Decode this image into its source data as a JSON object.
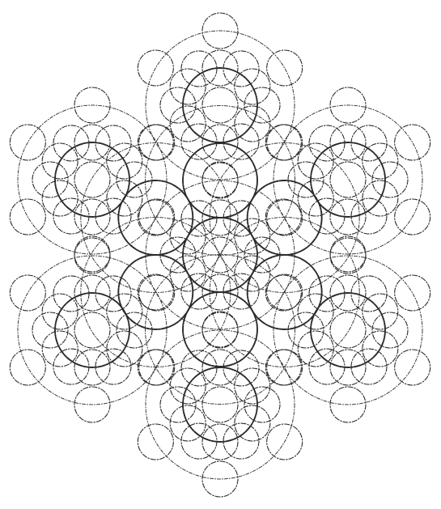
{
  "figure": {
    "kind": "sacred-geometry line drawing",
    "description_visible_text": "",
    "stroke_color": "#2a2a2a",
    "background_color": "#ffffff",
    "hub_count": 7,
    "line_style": "dash-dot"
  }
}
